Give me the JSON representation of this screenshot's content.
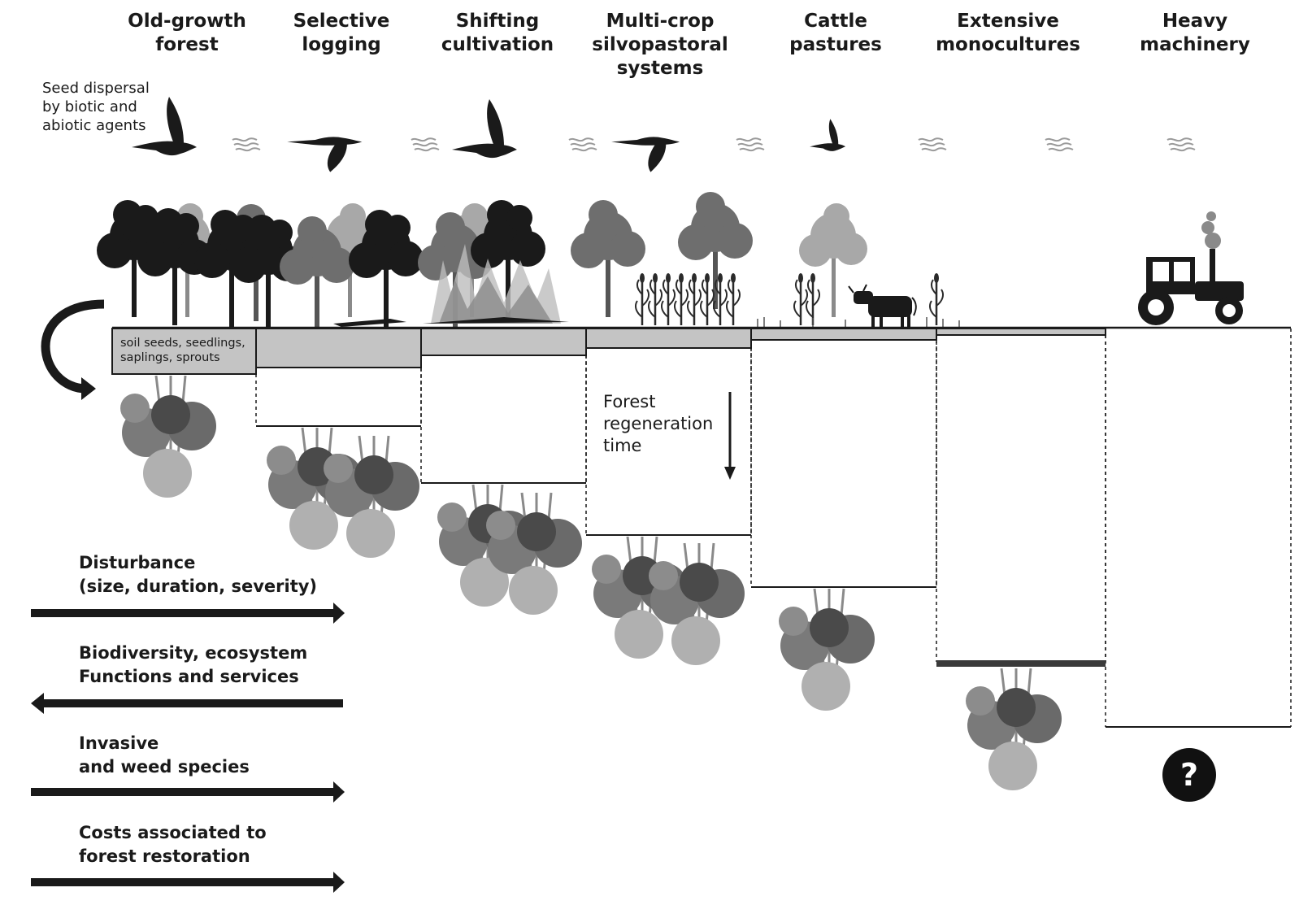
{
  "columns": [
    {
      "title_line1": "Old-growth",
      "title_line2": "forest",
      "title_line3": ""
    },
    {
      "title_line1": "Selective",
      "title_line2": "logging",
      "title_line3": ""
    },
    {
      "title_line1": "Shifting",
      "title_line2": "cultivation",
      "title_line3": ""
    },
    {
      "title_line1": "Multi-crop",
      "title_line2": "silvopastoral",
      "title_line3": "systems"
    },
    {
      "title_line1": "Cattle",
      "title_line2": "pastures",
      "title_line3": ""
    },
    {
      "title_line1": "Extensive",
      "title_line2": "monocultures",
      "title_line3": ""
    },
    {
      "title_line1": "Heavy",
      "title_line2": "machinery",
      "title_line3": ""
    }
  ],
  "seed_dispersal": {
    "line1": "Seed dispersal",
    "line2": "by biotic and",
    "line3": "abiotic agents"
  },
  "seed_bank": {
    "line1": "soil seeds, seedlings,",
    "line2": "saplings, sprouts"
  },
  "regeneration": {
    "line1": "Forest",
    "line2": "regeneration",
    "line3": "time"
  },
  "legend": [
    {
      "line1": "Disturbance",
      "line2": "(size, duration, severity)",
      "direction": "right"
    },
    {
      "line1": "Biodiversity, ecosystem",
      "line2": "Functions and services",
      "direction": "left"
    },
    {
      "line1": "Invasive",
      "line2": "and weed species",
      "direction": "right"
    },
    {
      "line1": "Costs associated to",
      "line2": "forest restoration",
      "direction": "right"
    }
  ],
  "unknown_marker": "?",
  "colors": {
    "dark": "#1a1a1a",
    "mid": "#6e6e6e",
    "light": "#a8a8a8",
    "band": "#c4c4c4"
  }
}
